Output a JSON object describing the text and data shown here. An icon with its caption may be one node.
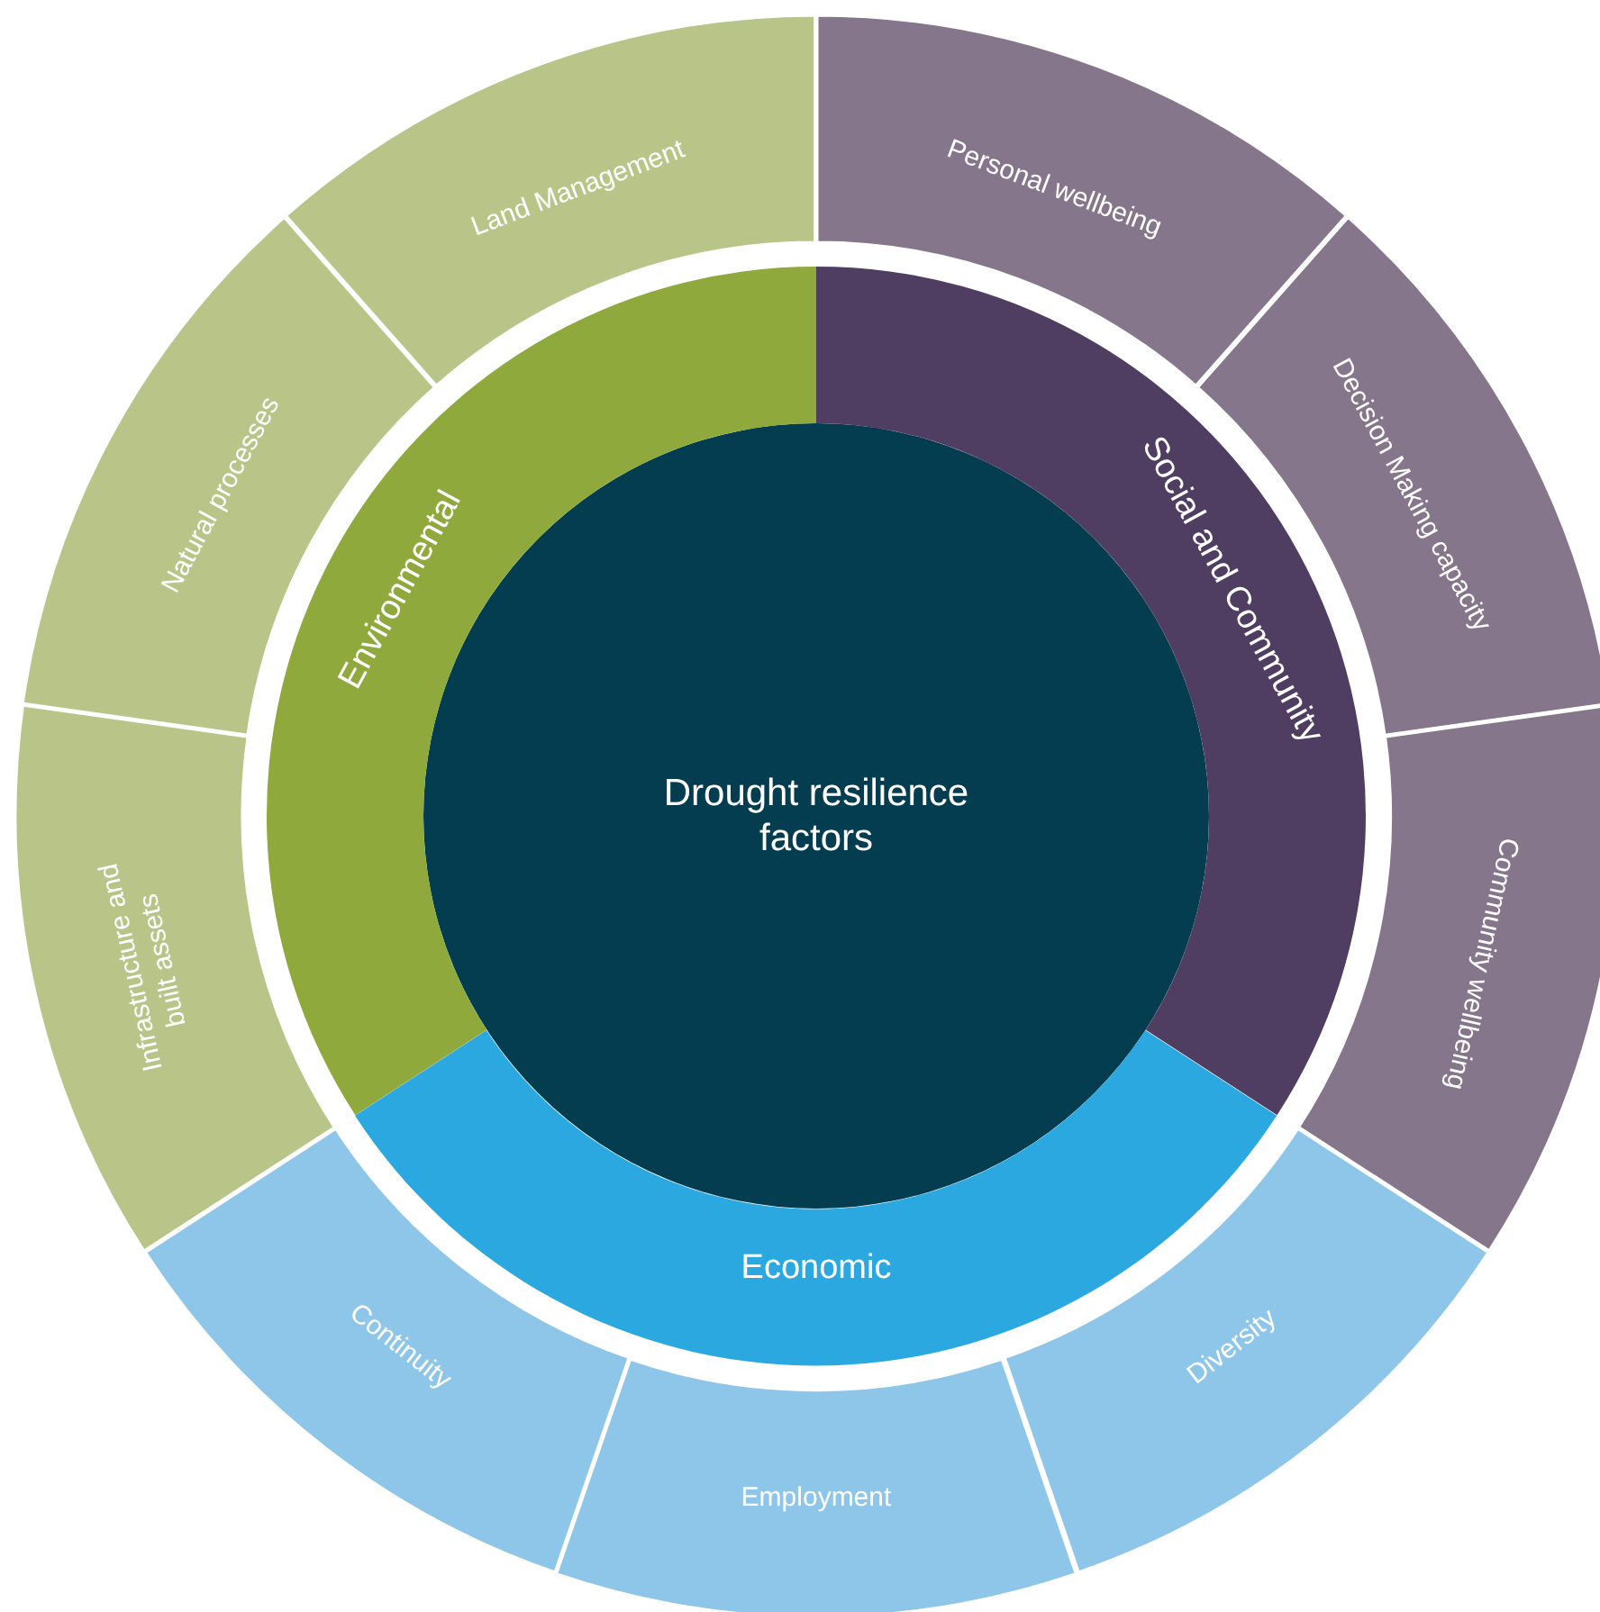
{
  "diagram": {
    "nodes": [
      {
        "text": [
          "Drought resilience factors"
        ]
      },
      {
        "text": [
          "Environmental"
        ]
      },
      {
        "text": [
          "Social and Community"
        ]
      },
      {
        "text": [
          "Economic"
        ]
      },
      {
        "text": [
          "Land Management"
        ]
      },
      {
        "text": [
          "Natural processes"
        ]
      },
      {
        "text": [
          "Infrastructure and built assets"
        ]
      },
      {
        "text": [
          "Personal wellbeing"
        ]
      },
      {
        "text": [
          "Decision Making capacity"
        ]
      },
      {
        "text": [
          "Community wellbeing"
        ]
      },
      {
        "text": [
          "Diversity"
        ]
      },
      {
        "text": [
          "Employment"
        ]
      },
      {
        "text": [
          "Continuity"
        ]
      }
    ]
  }
}
